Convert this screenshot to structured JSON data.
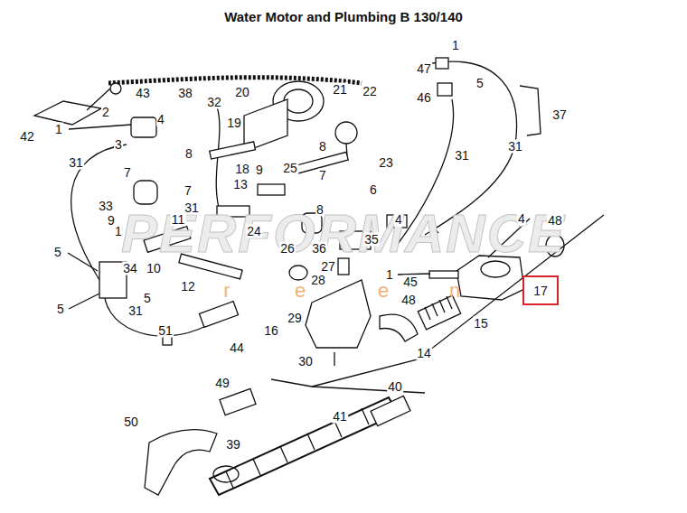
{
  "diagram": {
    "title": "Water Motor and Plumbing B 130/140",
    "nodes": [
      {
        "text": [
          "17"
        ]
      }
    ],
    "labels": [
      "PERFORMANCE",
      "r",
      "e",
      "e",
      "n",
      "1",
      "47",
      "5",
      "46",
      "37",
      "31",
      "31",
      "43",
      "38",
      "20",
      "21",
      "22",
      "32",
      "2",
      "4",
      "1",
      "3",
      "19",
      "42",
      "8",
      "23",
      "31",
      "8",
      "18",
      "9",
      "25",
      "7",
      "6",
      "7",
      "7",
      "13",
      "33",
      "31",
      "8",
      "4",
      "4",
      "48",
      "9",
      "11",
      "1",
      "24",
      "26",
      "36",
      "35",
      "10",
      "27",
      "28",
      "34",
      "5",
      "1",
      "45",
      "48",
      "12",
      "5",
      "5",
      "31",
      "16",
      "51",
      "29",
      "15",
      "14",
      "44",
      "30",
      "49",
      "40",
      "41",
      "50",
      "39"
    ]
  }
}
